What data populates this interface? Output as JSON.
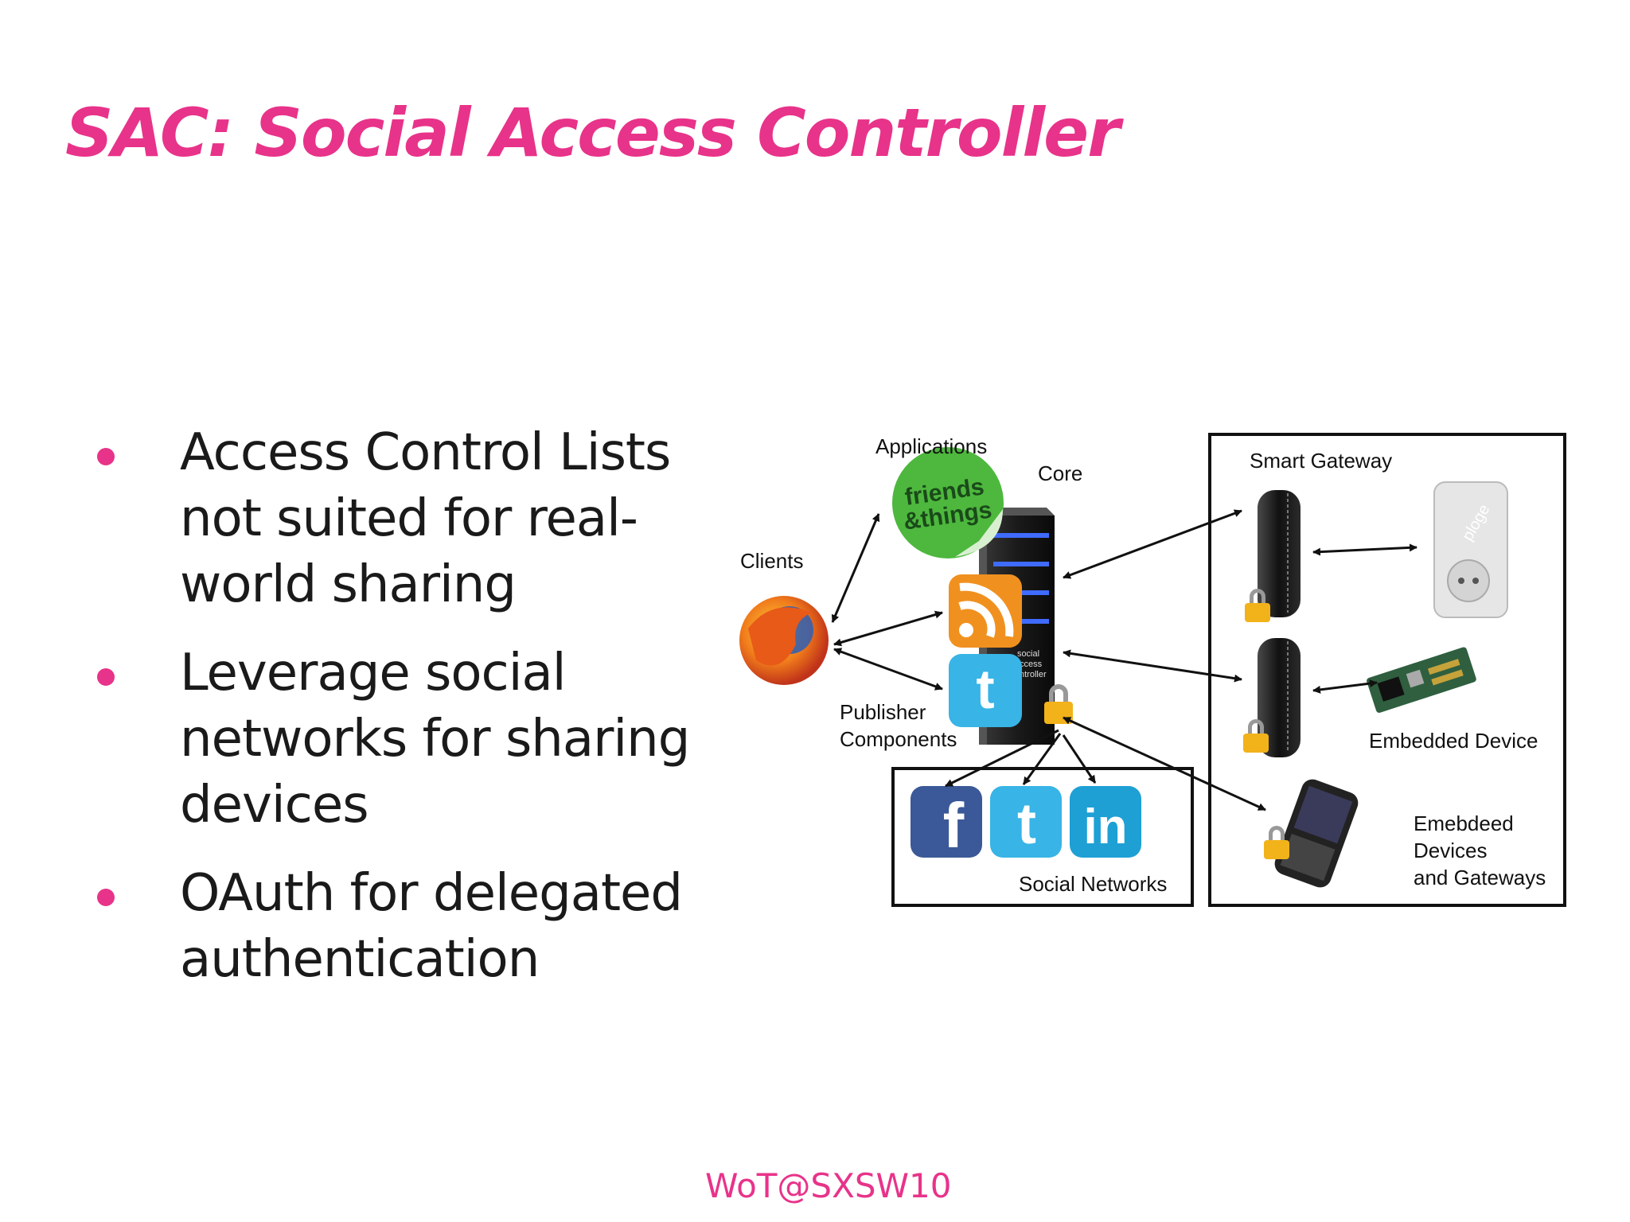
{
  "slide": {
    "title": "SAC: Social Access Controller",
    "footer": "WoT@SXSW10"
  },
  "bullets": [
    {
      "text": "Access Control Lists not suited for real-world sharing"
    },
    {
      "text": "Leverage social networks for sharing devices"
    },
    {
      "text": "OAuth for delegated authentication"
    }
  ],
  "diagram": {
    "labels": {
      "applications": "Applications",
      "core": "Core",
      "clients": "Clients",
      "publisher_line1": "Publisher",
      "publisher_line2": "Components",
      "social_networks": "Social Networks",
      "smart_gateway": "Smart Gateway",
      "embedded_device": "Embedded Device",
      "emebdeed_line1": "Emebdeed",
      "emebdeed_line2": "Devices",
      "emebdeed_line3": "and Gateways"
    },
    "sticker_line1": "friends",
    "sticker_line2": "&things",
    "server_text": [
      "social",
      "access",
      "controller"
    ],
    "plug_brand": "ploge",
    "social_icons": [
      "f",
      "t",
      "in"
    ],
    "publisher_icons": [
      "rss-icon",
      "twitter-icon"
    ],
    "colors": {
      "accent": "#e8338a",
      "rss": "#f0911f",
      "twitter": "#38b4e6",
      "facebook": "#3b5998",
      "linkedin": "#1ea0d5",
      "sticker": "#4db83d",
      "lock": "#f2b21a",
      "server": "#1e1e1e",
      "server_led": "#3f6bff"
    }
  }
}
